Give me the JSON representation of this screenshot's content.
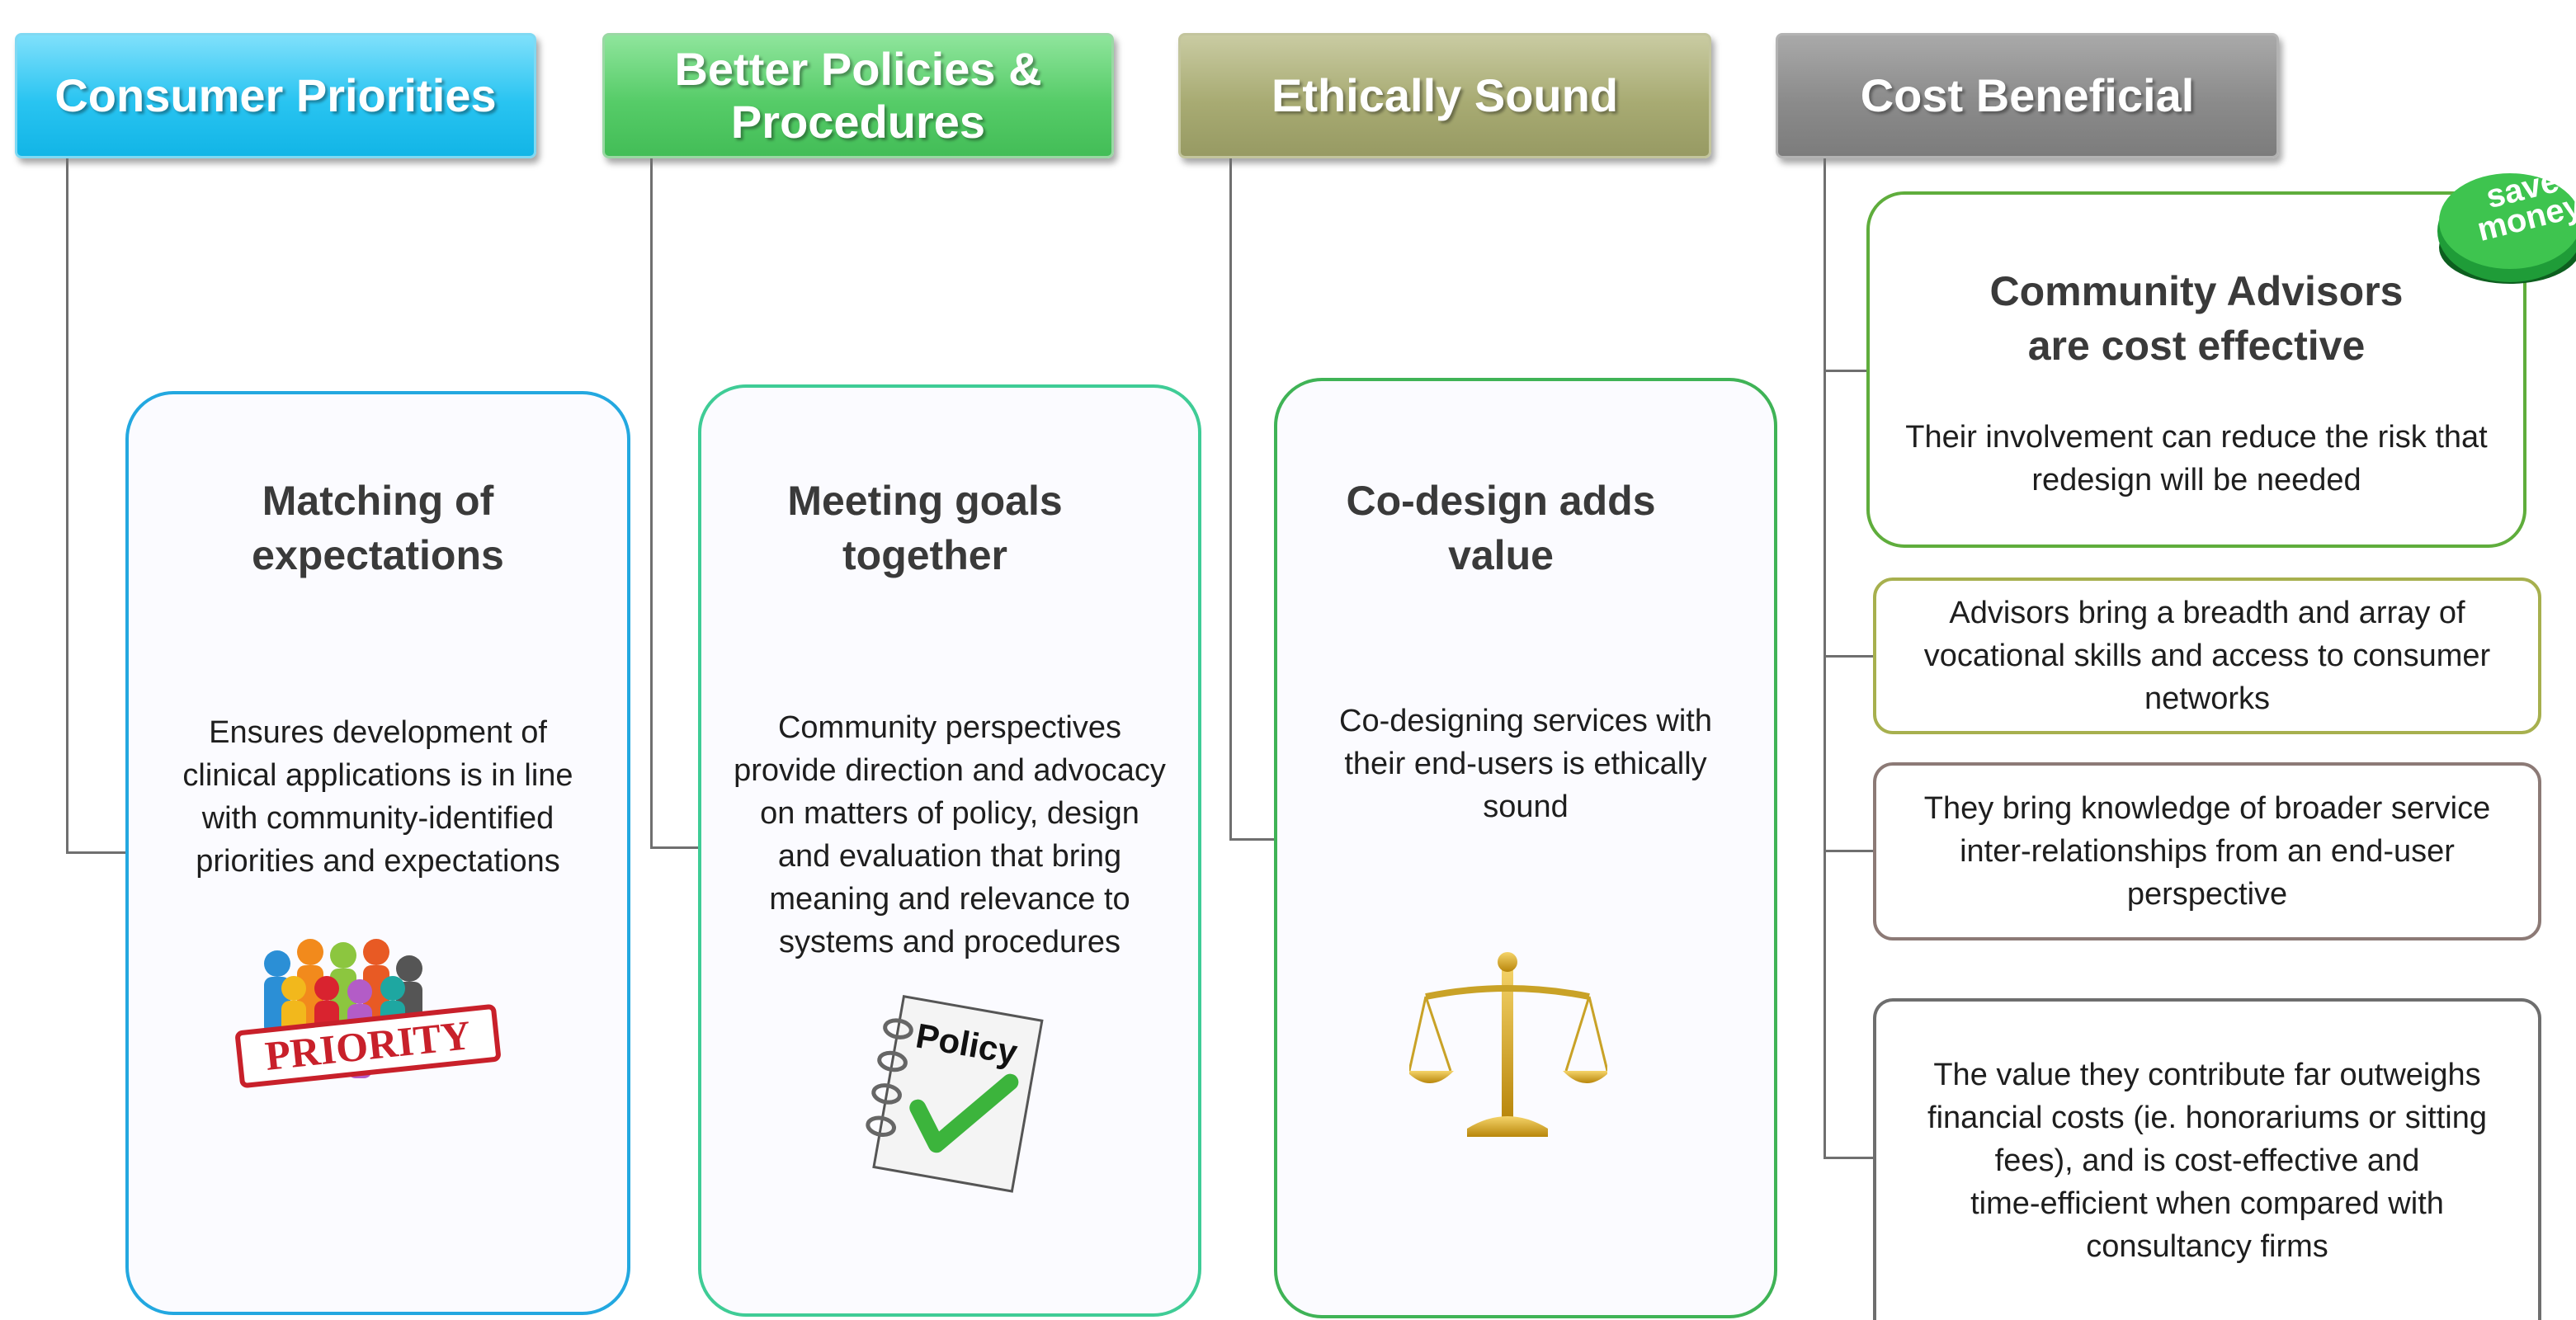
{
  "headers": {
    "consumer": "Consumer Priorities",
    "policy_line1": "Better Policies &",
    "policy_line2": "Procedures",
    "ethics": "Ethically Sound",
    "cost": "Cost Beneficial"
  },
  "cards": {
    "consumer": {
      "title_line1": "Matching of",
      "title_line2": "expectations",
      "body": [
        "Ensures development of",
        "clinical applications is in line",
        "with community-identified",
        "priorities and expectations"
      ],
      "image_text": "PRIORITY"
    },
    "policy": {
      "title_line1": "Meeting goals",
      "title_line2": "together",
      "body": [
        "Community perspectives",
        "provide direction and advocacy",
        "on matters of policy, design",
        "and evaluation that bring",
        "meaning and relevance to",
        "systems and procedures"
      ],
      "image_text": "Policy"
    },
    "ethics": {
      "title_line1": "Co-design adds",
      "title_line2": "value",
      "body": [
        "Co-designing services with",
        "their end-users is ethically",
        "sound"
      ]
    }
  },
  "cost_boxes": {
    "main": {
      "title_line1": "Community Advisors",
      "title_line2": "are cost effective",
      "body": [
        "Their involvement can reduce the risk that",
        "redesign will be needed"
      ],
      "badge_line1": "save",
      "badge_line2": "money"
    },
    "skills": [
      "Advisors bring a breadth and array of",
      "vocational skills and access to consumer",
      "networks"
    ],
    "knowledge": [
      "They bring knowledge of broader service",
      "inter-relationships from an end-user",
      "perspective"
    ],
    "value": [
      "The value they contribute far outweighs",
      "financial costs (ie. honorariums or sitting",
      "fees), and is cost-effective and",
      "time-efficient when compared with",
      "consultancy firms"
    ]
  }
}
